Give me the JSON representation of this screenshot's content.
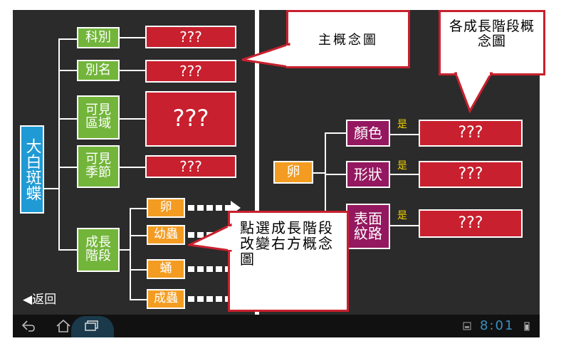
{
  "left": {
    "root": "大白斑蝶",
    "categories": [
      "科別",
      "別名",
      "可見區域",
      "可見季節",
      "成長階段"
    ],
    "values": [
      "???",
      "???",
      "???",
      "???"
    ],
    "stages": [
      "卵",
      "幼蟲",
      "蛹",
      "成蟲"
    ],
    "back": "◀返回"
  },
  "right": {
    "node": "卵",
    "attributes": [
      "顏色",
      "形狀",
      "表面紋路"
    ],
    "connector": "是",
    "values": [
      "???",
      "???",
      "???"
    ]
  },
  "callouts": {
    "main": "主概念圖",
    "stage": "各成長階段概念圖",
    "select": "點選成長階段改變右方概念圖"
  },
  "statusbar": {
    "time": "8:01"
  },
  "colors": {
    "background": "#2b2b2b",
    "green": "#72b53a",
    "blue": "#1f9ad4",
    "red": "#c8202e",
    "orange": "#f39c21",
    "purple": "#94185f",
    "accent_yellow": "#f0d000"
  }
}
